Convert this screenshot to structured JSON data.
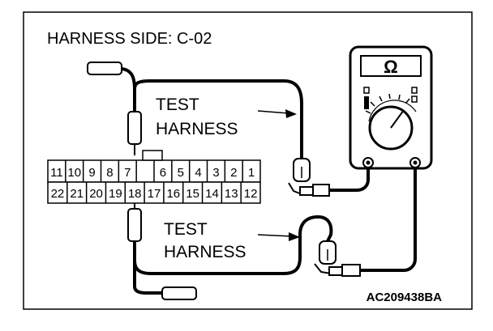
{
  "title": "HARNESS SIDE: C-02",
  "test_harness_upper": [
    "TEST",
    "HARNESS"
  ],
  "test_harness_lower": [
    "TEST",
    "HARNESS"
  ],
  "connector": {
    "top_row": [
      "11",
      "10",
      "9",
      "8",
      "7",
      "",
      "6",
      "5",
      "4",
      "3",
      "2",
      "1"
    ],
    "bottom_row": [
      "22",
      "21",
      "20",
      "19",
      "18",
      "17",
      "16",
      "15",
      "14",
      "13",
      "12"
    ]
  },
  "meter": {
    "display_symbol": "Ω"
  },
  "figure_code": "AC209438BA"
}
